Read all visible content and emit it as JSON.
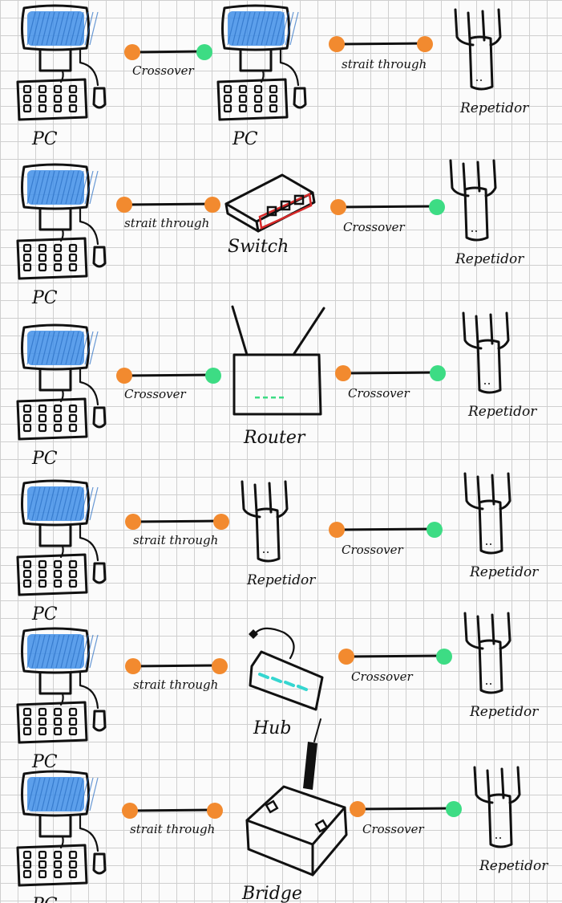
{
  "title": "",
  "colors": {
    "endpoint_orange": "#f28a2f",
    "endpoint_green": "#3ddc84",
    "screen_blue": "#3f8ee8",
    "switch_red": "#d62828",
    "hub_cyan": "#35d6d0",
    "ink": "#111111"
  },
  "rows": [
    {
      "left": {
        "device": "pc",
        "label": "PC"
      },
      "cable1": {
        "label": "Crossover",
        "end": "green"
      },
      "middle": {
        "device": "pc",
        "label": "PC"
      },
      "cable2": {
        "label": "strait through",
        "end": "orange"
      },
      "right": {
        "device": "repeater",
        "label": "Repetidor"
      }
    },
    {
      "left": {
        "device": "pc",
        "label": "PC"
      },
      "cable1": {
        "label": "strait through",
        "end": "orange"
      },
      "middle": {
        "device": "switch",
        "label": "Switch"
      },
      "cable2": {
        "label": "Crossover",
        "end": "green"
      },
      "right": {
        "device": "repeater",
        "label": "Repetidor"
      }
    },
    {
      "left": {
        "device": "pc",
        "label": "PC"
      },
      "cable1": {
        "label": "Crossover",
        "end": "green"
      },
      "middle": {
        "device": "router",
        "label": "Router"
      },
      "cable2": {
        "label": "Crossover",
        "end": "green"
      },
      "right": {
        "device": "repeater",
        "label": "Repetidor"
      }
    },
    {
      "left": {
        "device": "pc",
        "label": "PC"
      },
      "cable1": {
        "label": "strait through",
        "end": "orange"
      },
      "middle": {
        "device": "repeater",
        "label": "Repetidor"
      },
      "cable2": {
        "label": "Crossover",
        "end": "green"
      },
      "right": {
        "device": "repeater",
        "label": "Repetidor"
      }
    },
    {
      "left": {
        "device": "pc",
        "label": "PC"
      },
      "cable1": {
        "label": "strait through",
        "end": "orange"
      },
      "middle": {
        "device": "hub",
        "label": "Hub"
      },
      "cable2": {
        "label": "Crossover",
        "end": "green"
      },
      "right": {
        "device": "repeater",
        "label": "Repetidor"
      }
    },
    {
      "left": {
        "device": "pc",
        "label": "PC"
      },
      "cable1": {
        "label": "strait through",
        "end": "orange"
      },
      "middle": {
        "device": "bridge",
        "label": "Bridge"
      },
      "cable2": {
        "label": "Crossover",
        "end": "green"
      },
      "right": {
        "device": "repeater",
        "label": "Repetidor"
      }
    }
  ]
}
